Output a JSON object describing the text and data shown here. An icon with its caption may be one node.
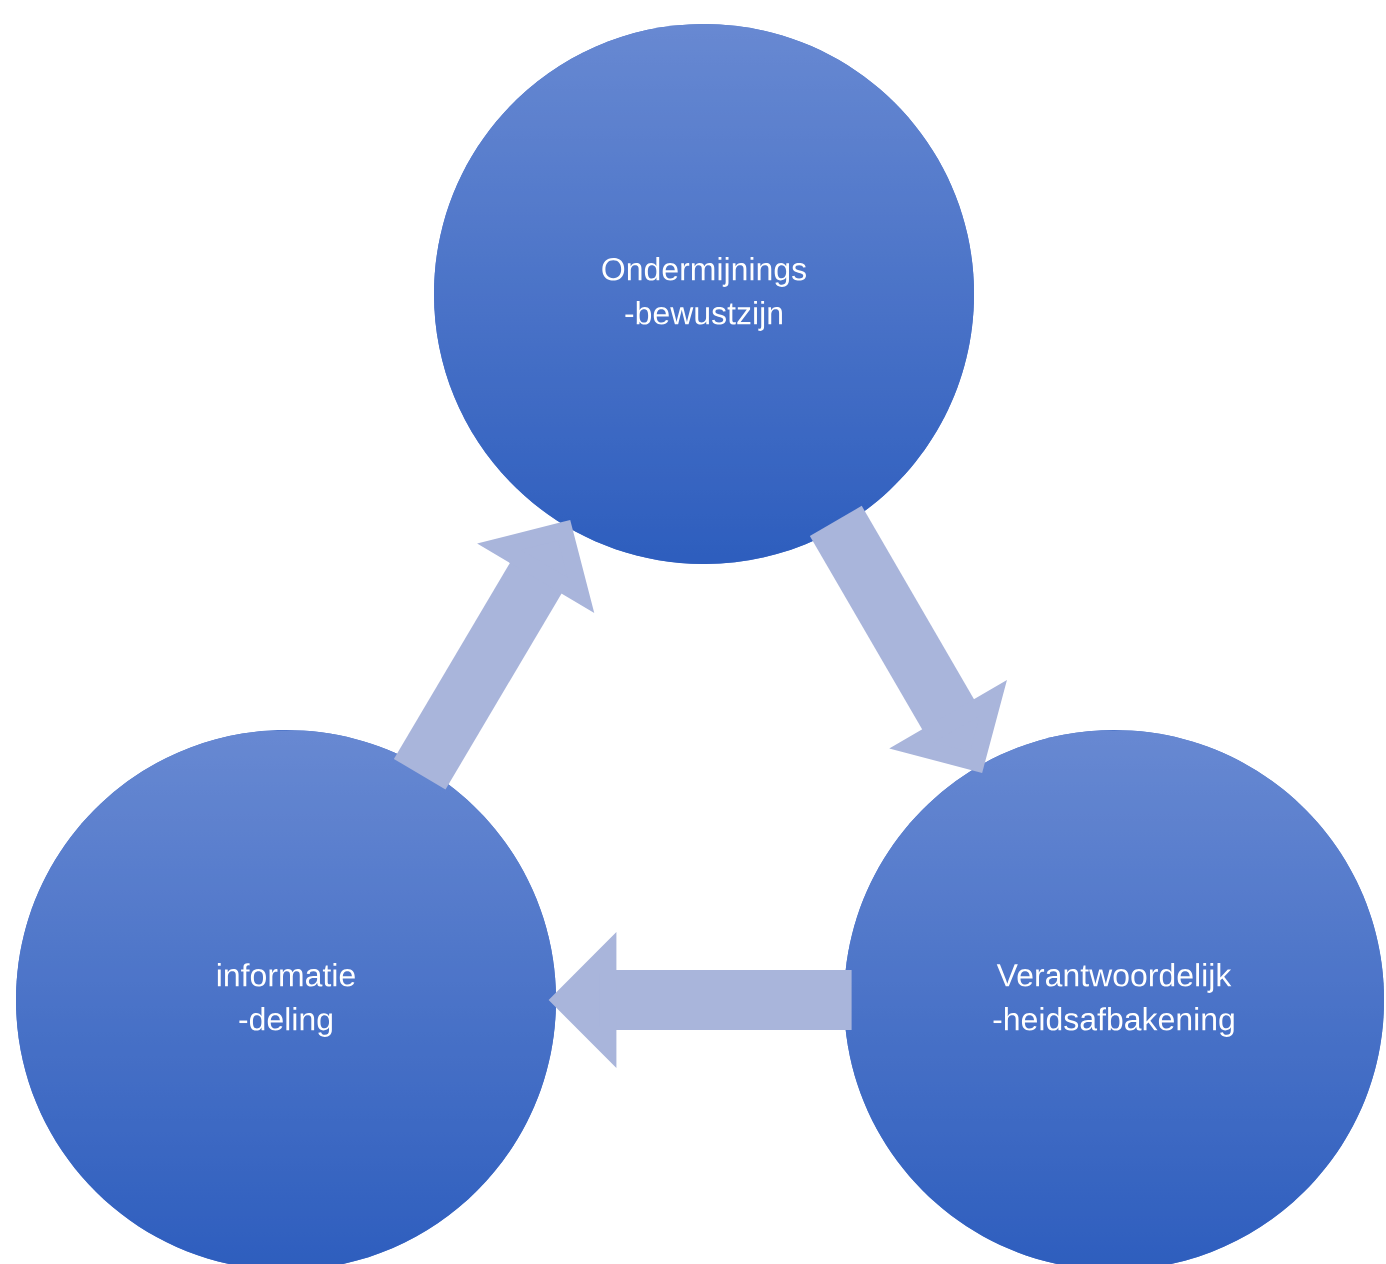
{
  "diagram": {
    "nodes": [
      {
        "text": [
          "Ondermijnings -bewustzijn"
        ]
      },
      {
        "text": [
          "informatie -deling"
        ]
      },
      {
        "text": [
          "Verantwoordelijk -heidsafbakening"
        ]
      }
    ],
    "edges": [
      {
        "from": 0,
        "to": 2,
        "arrow": "to"
      },
      {
        "from": 2,
        "to": 1,
        "arrow": "to"
      },
      {
        "from": 1,
        "to": 0,
        "arrow": "to"
      }
    ]
  }
}
